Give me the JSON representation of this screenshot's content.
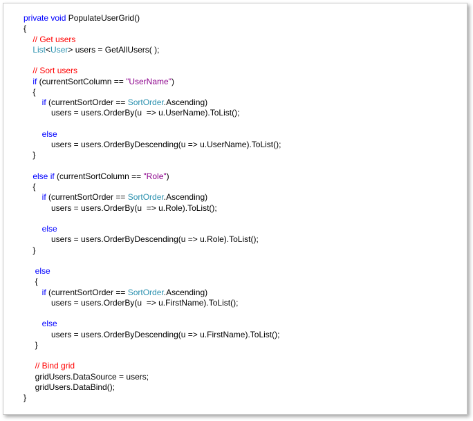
{
  "colors": {
    "keyword": "#0000ff",
    "comment": "#ff0000",
    "type": "#2b91af",
    "string": "#a31515",
    "text": "#000000"
  },
  "code_lines": [
    [
      {
        "c": "kw",
        "t": "private void"
      },
      {
        "c": "",
        "t": " PopulateUserGrid()"
      }
    ],
    [
      {
        "c": "",
        "t": "{"
      }
    ],
    [
      {
        "c": "",
        "t": "    "
      },
      {
        "c": "cm",
        "t": "// Get users"
      }
    ],
    [
      {
        "c": "",
        "t": "    "
      },
      {
        "c": "ty",
        "t": "List"
      },
      {
        "c": "",
        "t": "<"
      },
      {
        "c": "ty",
        "t": "User"
      },
      {
        "c": "",
        "t": "> users = GetAllUsers( );"
      }
    ],
    [],
    [
      {
        "c": "",
        "t": "    "
      },
      {
        "c": "cm",
        "t": "// Sort users"
      }
    ],
    [
      {
        "c": "",
        "t": "    "
      },
      {
        "c": "kw",
        "t": "if"
      },
      {
        "c": "",
        "t": " (currentSortColumn == "
      },
      {
        "c": "st2",
        "t": "\"UserName\""
      },
      {
        "c": "",
        "t": ")"
      }
    ],
    [
      {
        "c": "",
        "t": "    {"
      }
    ],
    [
      {
        "c": "",
        "t": "        "
      },
      {
        "c": "kw",
        "t": "if"
      },
      {
        "c": "",
        "t": " (currentSortOrder == "
      },
      {
        "c": "ty",
        "t": "SortOrder"
      },
      {
        "c": "",
        "t": ".Ascending)"
      }
    ],
    [
      {
        "c": "",
        "t": "            users = users.OrderBy(u  => u.UserName).ToList();"
      }
    ],
    [],
    [
      {
        "c": "",
        "t": "        "
      },
      {
        "c": "kw",
        "t": "else"
      }
    ],
    [
      {
        "c": "",
        "t": "            users = users.OrderByDescending(u => u.UserName).ToList();"
      }
    ],
    [
      {
        "c": "",
        "t": "    }"
      }
    ],
    [],
    [
      {
        "c": "",
        "t": "    "
      },
      {
        "c": "kw",
        "t": "else if"
      },
      {
        "c": "",
        "t": " (currentSortColumn == "
      },
      {
        "c": "st2",
        "t": "\"Role\""
      },
      {
        "c": "",
        "t": ")"
      }
    ],
    [
      {
        "c": "",
        "t": "    {"
      }
    ],
    [
      {
        "c": "",
        "t": "        "
      },
      {
        "c": "kw",
        "t": "if"
      },
      {
        "c": "",
        "t": " (currentSortOrder == "
      },
      {
        "c": "ty",
        "t": "SortOrder"
      },
      {
        "c": "",
        "t": ".Ascending)"
      }
    ],
    [
      {
        "c": "",
        "t": "            users = users.OrderBy(u  => u.Role).ToList();"
      }
    ],
    [],
    [
      {
        "c": "",
        "t": "        "
      },
      {
        "c": "kw",
        "t": "else"
      }
    ],
    [
      {
        "c": "",
        "t": "            users = users.OrderByDescending(u => u.Role).ToList();"
      }
    ],
    [
      {
        "c": "",
        "t": "    }"
      }
    ],
    [],
    [
      {
        "c": "",
        "t": "     "
      },
      {
        "c": "kw",
        "t": "else"
      }
    ],
    [
      {
        "c": "",
        "t": "     {"
      }
    ],
    [
      {
        "c": "",
        "t": "        "
      },
      {
        "c": "kw",
        "t": "if"
      },
      {
        "c": "",
        "t": " (currentSortOrder == "
      },
      {
        "c": "ty",
        "t": "SortOrder"
      },
      {
        "c": "",
        "t": ".Ascending)"
      }
    ],
    [
      {
        "c": "",
        "t": "            users = users.OrderBy(u  => u.FirstName).ToList();"
      }
    ],
    [],
    [
      {
        "c": "",
        "t": "        "
      },
      {
        "c": "kw",
        "t": "else"
      }
    ],
    [
      {
        "c": "",
        "t": "            users = users.OrderByDescending(u => u.FirstName).ToList();"
      }
    ],
    [
      {
        "c": "",
        "t": "     }"
      }
    ],
    [],
    [
      {
        "c": "",
        "t": "     "
      },
      {
        "c": "cm",
        "t": "// Bind grid"
      }
    ],
    [
      {
        "c": "",
        "t": "     gridUsers.DataSource = users;"
      }
    ],
    [
      {
        "c": "",
        "t": "     gridUsers.DataBind();"
      }
    ],
    [
      {
        "c": "",
        "t": "}"
      }
    ]
  ]
}
